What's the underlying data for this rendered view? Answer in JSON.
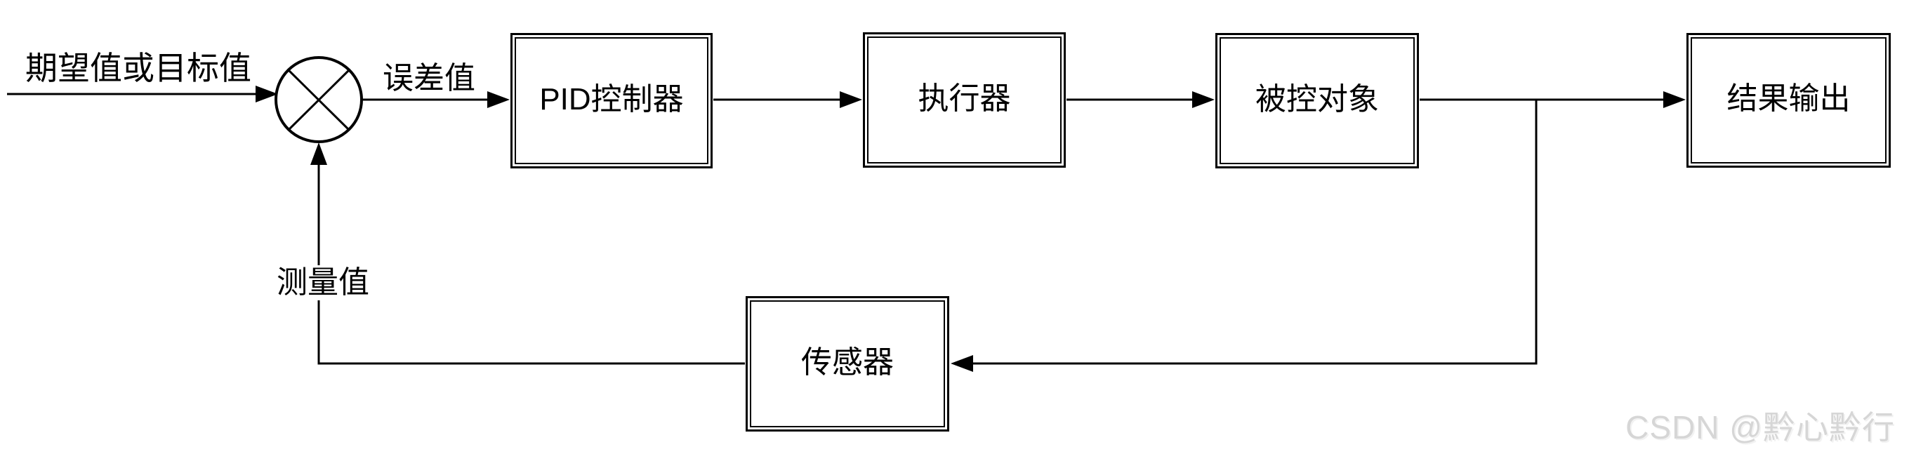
{
  "diagram": {
    "type": "block-diagram",
    "background_color": "#ffffff",
    "stroke_color": "#000000",
    "labels": {
      "setpoint": "期望值或目标值",
      "error": "误差值",
      "measured": "测量值"
    },
    "nodes": {
      "pid": {
        "label": "PID控制器"
      },
      "actuator": {
        "label": "执行器"
      },
      "plant": {
        "label": "被控对象"
      },
      "output": {
        "label": "结果输出"
      },
      "sensor": {
        "label": "传感器"
      }
    },
    "junction": {
      "type": "summing-junction",
      "symbol": "circle-with-cross"
    },
    "edges": [
      {
        "from": "setpoint-input",
        "to": "summing-junction",
        "label": "期望值或目标值"
      },
      {
        "from": "summing-junction",
        "to": "pid",
        "label": "误差值"
      },
      {
        "from": "pid",
        "to": "actuator",
        "label": ""
      },
      {
        "from": "actuator",
        "to": "plant",
        "label": ""
      },
      {
        "from": "plant",
        "to": "output",
        "label": ""
      },
      {
        "from": "plant-output-branch",
        "to": "sensor",
        "label": ""
      },
      {
        "from": "sensor",
        "to": "summing-junction",
        "label": "测量值"
      }
    ]
  },
  "watermark": {
    "text": "CSDN @黔心黔行",
    "color": "#d6d6d6"
  }
}
